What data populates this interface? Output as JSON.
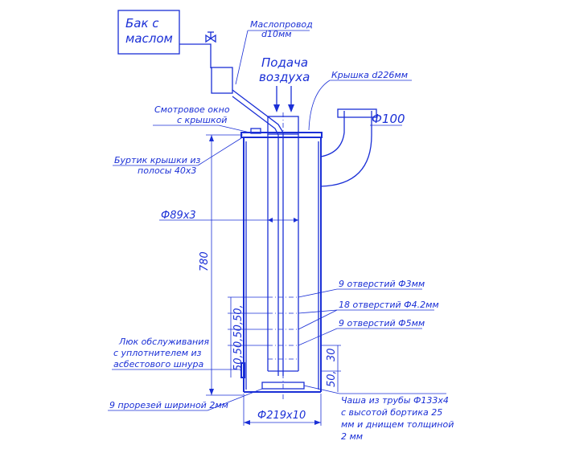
{
  "labels": {
    "tank_line1": "Бак с",
    "tank_line2": "маслом",
    "oil_pipe_line1": "Маслопровод",
    "oil_pipe_line2": "d10мм",
    "air_line1": "Подача",
    "air_line2": "воздуха",
    "lid": "Крышка d226мм",
    "window_line1": "Смотровое окно",
    "window_line2": "с крышкой",
    "pipe_d100": "Ф100",
    "rim_line1": "Буртик крышки из",
    "rim_line2": "полосы 40х3",
    "tube_d89": "Ф89х3",
    "height_780": "780",
    "holes_3mm": "9 отверстий Ф3мм",
    "holes_42mm": "18 отверстий Ф4.2мм",
    "holes_5mm": "9 отверстий Ф5мм",
    "hatch_line1": "Люк обслуживания",
    "hatch_line2": "с уплотнителем из",
    "hatch_line3": "асбестового шнура",
    "dims_50s": "50,50,50,50,",
    "dim_30": "30",
    "dim_50_bottom": "50,",
    "slots": "9 прорезей шириной 2мм",
    "outer_d219": "Ф219х10",
    "bowl_line1": "Чаша из трубы Ф133х4",
    "bowl_line2": "с высотой бортика 25",
    "bowl_line3": "мм и днищем толщиной",
    "bowl_line4": "2 мм"
  },
  "colors": {
    "ink": "#1a2fd6",
    "paper": "#ffffff"
  }
}
